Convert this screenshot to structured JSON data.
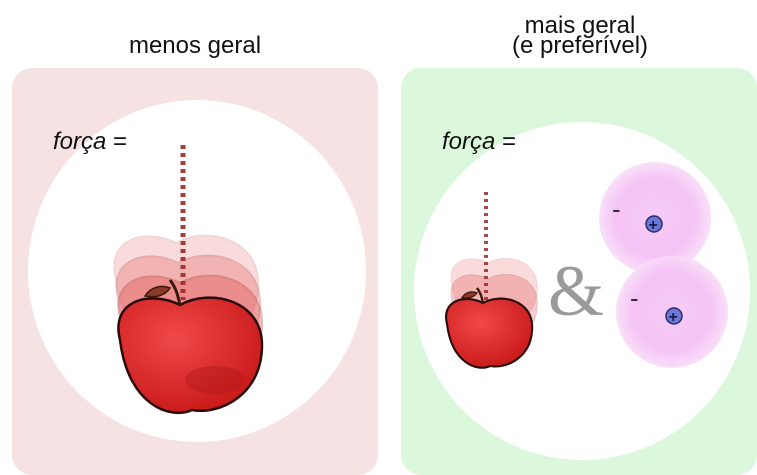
{
  "left_panel": {
    "heading": "menos geral",
    "formula_label": "força",
    "formula_equals": " ="
  },
  "right_panel": {
    "heading_line1": "mais geral",
    "heading_line2": "(e preferível)",
    "formula_label": "força",
    "formula_equals": " =",
    "ampersand": "&",
    "charges": [
      "-",
      "+",
      "-",
      "+"
    ]
  },
  "colors": {
    "left_panel_bg": "#f6e2e2",
    "right_panel_bg": "#dcf8dc",
    "apple_red": "#e02a2a",
    "charge_cloud": "#f3b6f3",
    "plus_blue": "#5b6fd8"
  },
  "icons": [
    "apple-icon",
    "force-arrow-icon",
    "charge-cloud-icon",
    "positive-charge-icon",
    "negative-charge-icon"
  ]
}
